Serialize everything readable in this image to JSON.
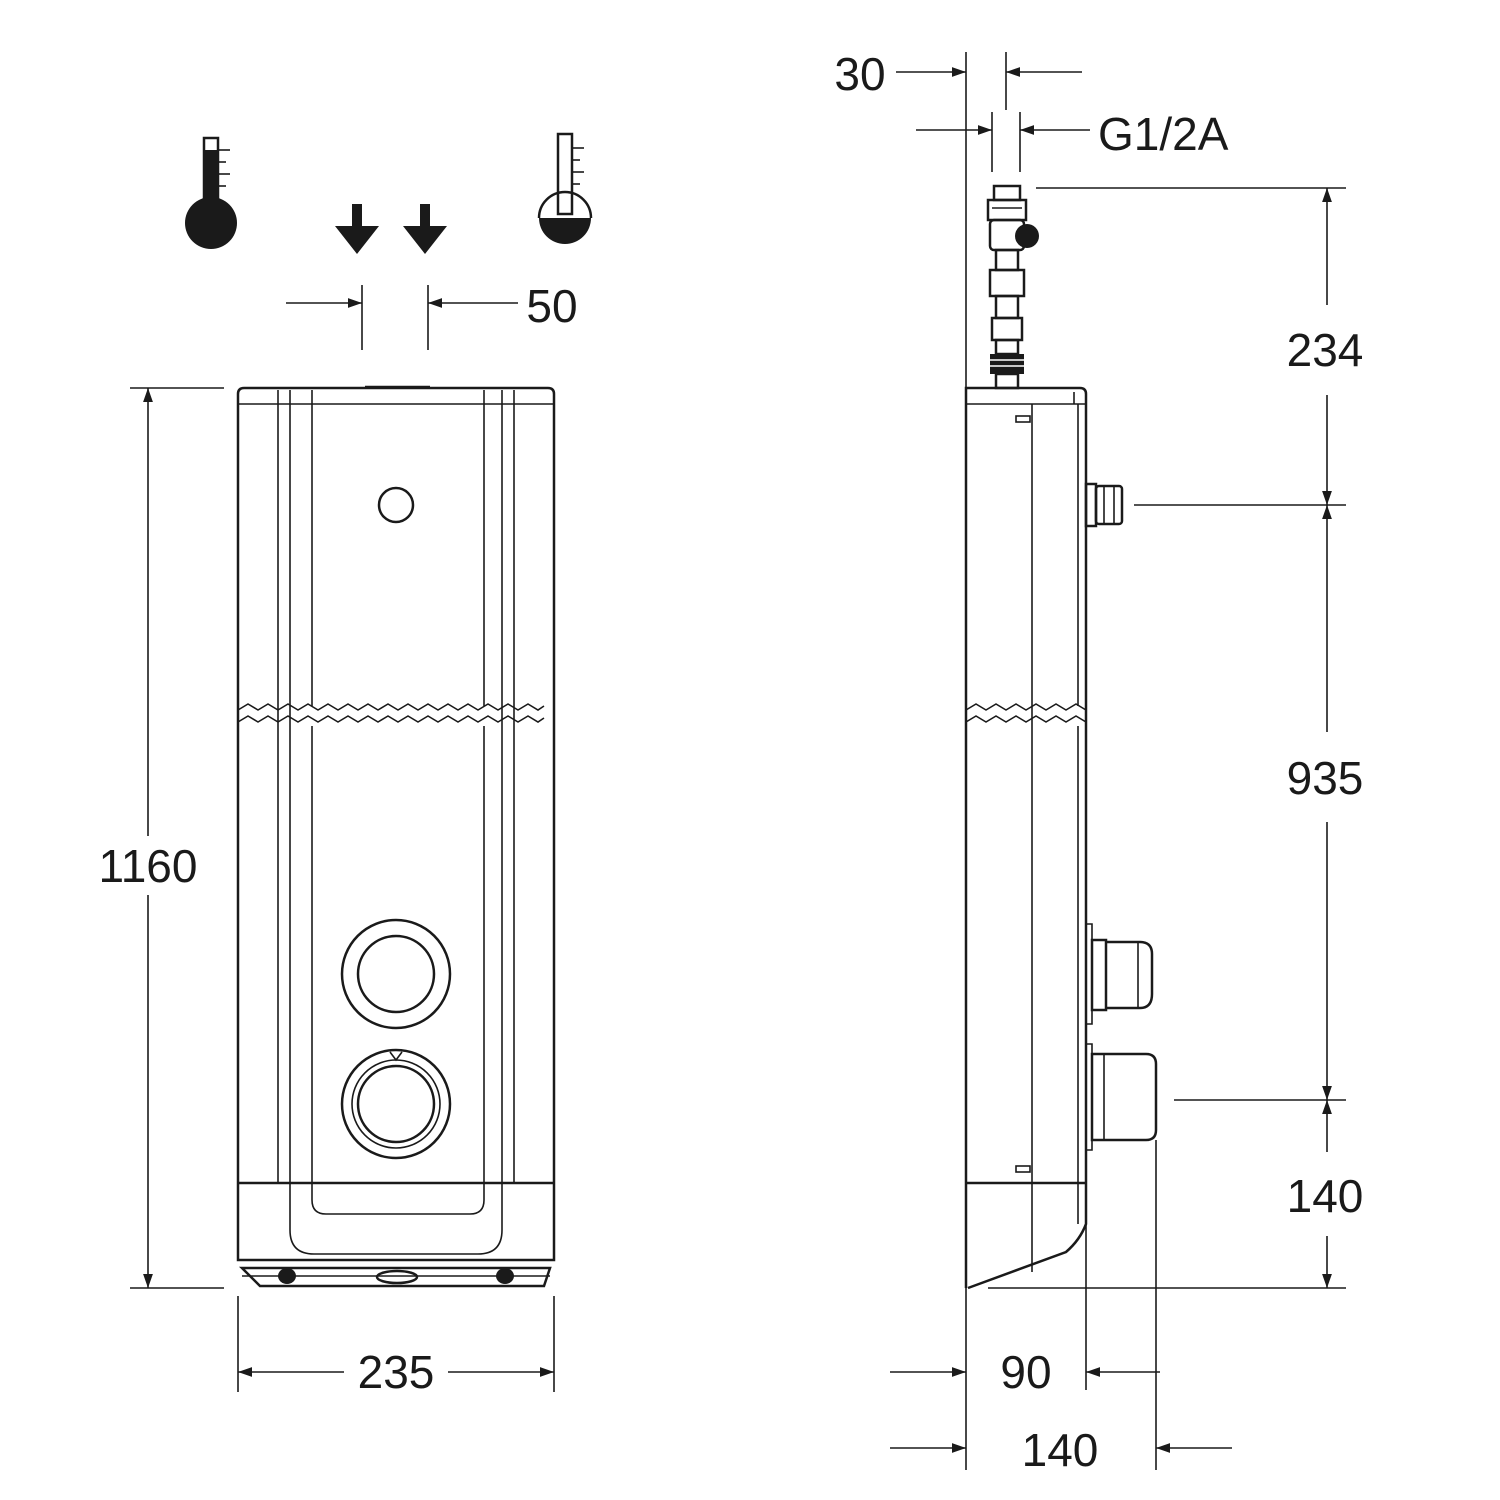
{
  "front_view": {
    "height_dim": "1160",
    "width_dim": "235",
    "inlet_spacing_dim": "50"
  },
  "side_view": {
    "pipe_width_dim": "30",
    "thread_label": "G1/2A",
    "top_to_inlet_dim": "234",
    "inlet_to_outlet_dim": "935",
    "outlet_to_bottom_dim": "140",
    "depth_dim": "90",
    "total_depth_dim": "140"
  },
  "colors": {
    "stroke": "#1a1a1a",
    "background": "#ffffff"
  }
}
